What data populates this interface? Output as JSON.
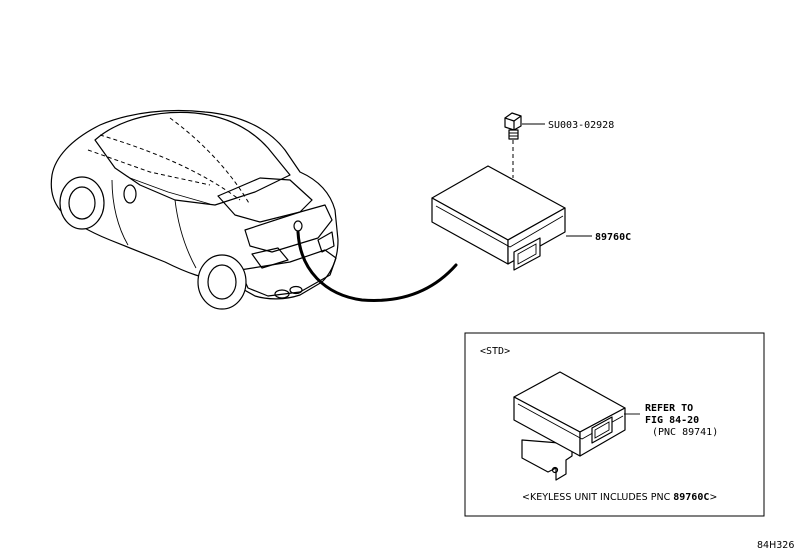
{
  "labels": {
    "bolt_part": "SU003-02928",
    "unit_part": "89760C",
    "std_tag": "<STD>",
    "refer_line1": "REFER TO",
    "refer_line2": "FIG 84-20",
    "refer_line3": "(PNC 89741)",
    "note_prefix": "<KEYLESS UNIT INCLUDES PNC ",
    "note_pnc": "89760C",
    "note_suffix": ">",
    "figure_code": "84H326"
  },
  "icons": {
    "car": "vehicle-rear-three-quarter-icon",
    "bolt": "bolt-icon",
    "module": "control-module-icon",
    "module_bracket": "bracketed-module-icon"
  }
}
